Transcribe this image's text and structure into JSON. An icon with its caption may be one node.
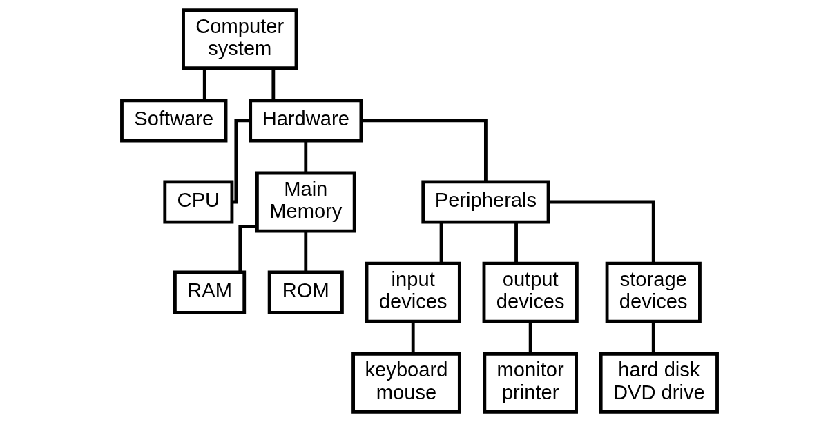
{
  "diagram": {
    "nodes": [
      {
        "text": [
          "Computer system"
        ]
      },
      {
        "text": [
          "Software"
        ]
      },
      {
        "text": [
          "Hardware"
        ]
      },
      {
        "text": [
          "CPU"
        ]
      },
      {
        "text": [
          "Main Memory"
        ]
      },
      {
        "text": [
          "Peripherals"
        ]
      },
      {
        "text": [
          "RAM"
        ]
      },
      {
        "text": [
          "ROM"
        ]
      },
      {
        "text": [
          "input devices"
        ]
      },
      {
        "text": [
          "output devices"
        ]
      },
      {
        "text": [
          "storage devices"
        ]
      },
      {
        "text": [
          "keyboard mouse"
        ]
      },
      {
        "text": [
          "monitor printer"
        ]
      },
      {
        "text": [
          "hard disk DVD drive"
        ]
      }
    ],
    "edges": [
      {
        "from": 0,
        "to": 1,
        "arrow": "none"
      },
      {
        "from": 0,
        "to": 2,
        "arrow": "none"
      },
      {
        "from": 2,
        "to": 3,
        "arrow": "none"
      },
      {
        "from": 2,
        "to": 4,
        "arrow": "none"
      },
      {
        "from": 2,
        "to": 5,
        "arrow": "none"
      },
      {
        "from": 4,
        "to": 6,
        "arrow": "none"
      },
      {
        "from": 4,
        "to": 7,
        "arrow": "none"
      },
      {
        "from": 5,
        "to": 8,
        "arrow": "none"
      },
      {
        "from": 5,
        "to": 9,
        "arrow": "none"
      },
      {
        "from": 5,
        "to": 10,
        "arrow": "none"
      },
      {
        "from": 8,
        "to": 11,
        "arrow": "none"
      },
      {
        "from": 9,
        "to": 12,
        "arrow": "none"
      },
      {
        "from": 10,
        "to": 13,
        "arrow": "none"
      }
    ]
  }
}
